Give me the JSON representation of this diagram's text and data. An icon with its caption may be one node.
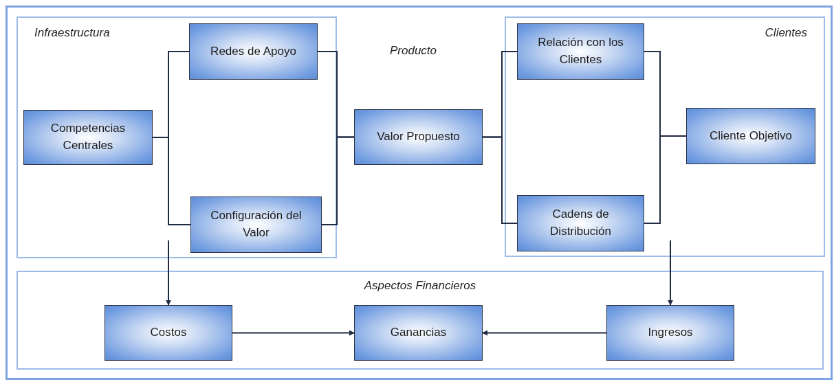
{
  "diagram": {
    "nodes": [
      {
        "text": [
          "Infraestructura"
        ]
      },
      {
        "text": [
          "Competencias Centrales"
        ],
        "in": 0
      },
      {
        "text": [
          "Redes de Apoyo"
        ],
        "in": 0
      },
      {
        "text": [
          "Configuración del Valor"
        ],
        "in": 0
      },
      {
        "text": [
          "Valor Propuesto"
        ]
      },
      {
        "text": [
          "Clientes"
        ]
      },
      {
        "text": [
          "Relación con los Clientes"
        ],
        "in": 5
      },
      {
        "text": [
          "Cadens de Distribución"
        ],
        "in": 5
      },
      {
        "text": [
          "Cliente Objetivo"
        ],
        "in": 5
      },
      {
        "text": [
          "Aspectos Financieros"
        ]
      },
      {
        "text": [
          "Costos"
        ],
        "in": 9
      },
      {
        "text": [
          "Ganancias"
        ],
        "in": 9
      },
      {
        "text": [
          "Ingresos"
        ],
        "in": 9
      }
    ],
    "edges": [
      {
        "from": 1,
        "to": 2,
        "arrow": "none"
      },
      {
        "from": 1,
        "to": 3,
        "arrow": "none"
      },
      {
        "from": 2,
        "to": 4,
        "arrow": "none"
      },
      {
        "from": 3,
        "to": 4,
        "arrow": "none"
      },
      {
        "from": 4,
        "to": 6,
        "arrow": "none"
      },
      {
        "from": 4,
        "to": 7,
        "arrow": "none"
      },
      {
        "from": 6,
        "to": 8,
        "arrow": "none"
      },
      {
        "from": 7,
        "to": 8,
        "arrow": "none"
      },
      {
        "from": null,
        "to": 10,
        "arrow": "to"
      },
      {
        "from": null,
        "to": 12,
        "arrow": "to"
      },
      {
        "from": 10,
        "to": 11,
        "arrow": "to"
      },
      {
        "from": 12,
        "to": 11,
        "arrow": "to"
      }
    ],
    "labels": [
      "Producto"
    ]
  }
}
